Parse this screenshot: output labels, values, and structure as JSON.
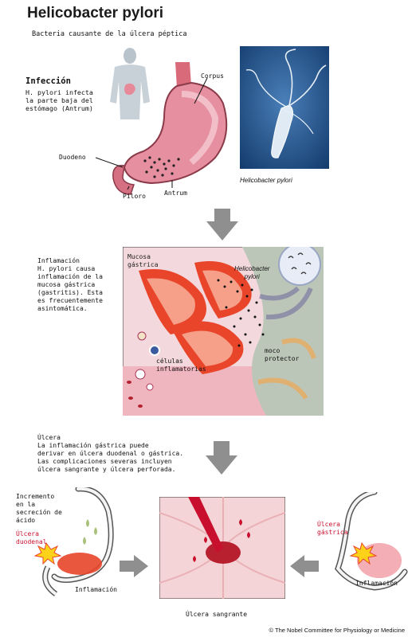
{
  "title": "Helicobacter pylori",
  "subtitle": "Bacteria causante de la úlcera péptica",
  "infection": {
    "heading": "Infección",
    "text": "H. pylori infecta\nla parte baja del\nestómago (Antrum)",
    "labels": {
      "corpus": "Corpus",
      "duodeno": "Duodeno",
      "antrum": "Antrum",
      "piloro": "Píloro"
    },
    "micrograph_caption": "Helicobacter pylori"
  },
  "inflammation": {
    "text": "Inflamación\nH. pylori causa\ninflamación de la\nmucosa gástrica\n(gastritis). Esta\nes frecuentemente\nasintomática.",
    "labels": {
      "mucosa": "Mucosa\ngástrica",
      "bacteria": "Helicobacter\npylori",
      "moco": "moco\nprotector",
      "cells": "células\ninflamatorias"
    }
  },
  "ulcer": {
    "text": "Úlcera\nLa inflamación gástrica puede\nderivar en úlcera duodenal o gástrica.\nLas complicaciones severas incluyen\núlcera sangrante y úlcera perforada.",
    "left_labels": {
      "incremento": "Incremento\nen la\nsecreción de\nácido",
      "duodenal": "Úlcera\nduodenal",
      "inflamacion": "Inflamación"
    },
    "center_label": "Úlcera sangrante",
    "right_labels": {
      "gastrica": "Úlcera\ngástrica",
      "inflamacion": "Inflamación"
    }
  },
  "credit": "© The Nobel Committee for Physiology or Medicine",
  "colors": {
    "arrow_gray": "#8f8f8f",
    "ulcer_red": "#c8102e",
    "mucosa_red": "#e8452a",
    "micrograph_blue": "#1f4f8a"
  }
}
